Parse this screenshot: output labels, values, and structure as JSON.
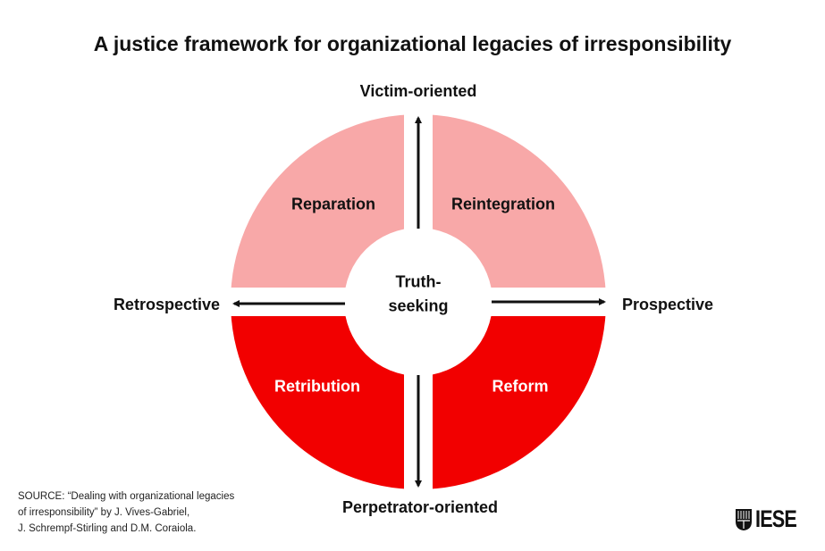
{
  "title": "A justice framework for organizational legacies of irresponsibility",
  "axes": {
    "top": "Victim-oriented",
    "bottom": "Perpetrator-oriented",
    "left": "Retrospective",
    "right": "Prospective"
  },
  "quadrants": {
    "top_left": "Reparation",
    "top_right": "Reintegration",
    "bottom_left": "Retribution",
    "bottom_right": "Reform"
  },
  "center": {
    "line1": "Truth-",
    "line2": "seeking"
  },
  "source": {
    "line1": "SOURCE: “Dealing with organizational legacies",
    "line2": "of irresponsibility” by J. Vives-Gabriel,",
    "line3": "J. Schrempf-Stirling and D.M. Coraiola."
  },
  "logo": "IESE",
  "colors": {
    "light": "#F8A8A8",
    "dark": "#F20000",
    "text": "#111111"
  }
}
